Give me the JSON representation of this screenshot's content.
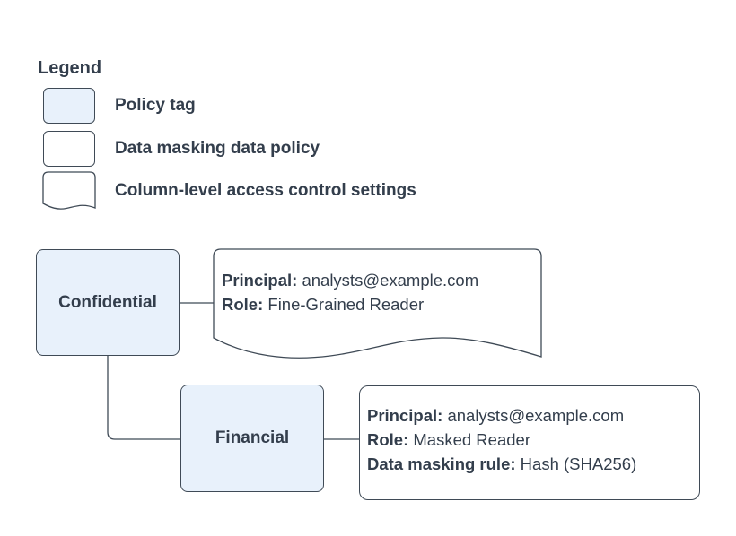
{
  "legend": {
    "title": "Legend",
    "items": [
      {
        "label": "Policy tag",
        "swatch": "policy-tag"
      },
      {
        "label": "Data masking data policy",
        "swatch": "data-masking-data-policy"
      },
      {
        "label": "Column-level access control settings",
        "swatch": "column-level-access-control-settings"
      }
    ]
  },
  "nodes": {
    "confidential": {
      "label": "Confidential",
      "type": "policy-tag"
    },
    "financial": {
      "label": "Financial",
      "type": "policy-tag"
    }
  },
  "annotations": {
    "confidential_access": {
      "shape": "column-level-access-control-settings",
      "lines": [
        {
          "label": "Principal:",
          "value": "analysts@example.com"
        },
        {
          "label": "Role:",
          "value": "Fine-Grained Reader"
        }
      ]
    },
    "financial_policy": {
      "shape": "data-masking-data-policy",
      "lines": [
        {
          "label": "Principal:",
          "value": "analysts@example.com"
        },
        {
          "label": "Role:",
          "value": "Masked Reader"
        },
        {
          "label": "Data masking rule:",
          "value": "Hash (SHA256)"
        }
      ]
    }
  },
  "colors": {
    "policy_tag_fill": "#e8f1fb",
    "shape_stroke": "#3f4a56",
    "text_color": "#333e4c",
    "background": "#ffffff"
  }
}
